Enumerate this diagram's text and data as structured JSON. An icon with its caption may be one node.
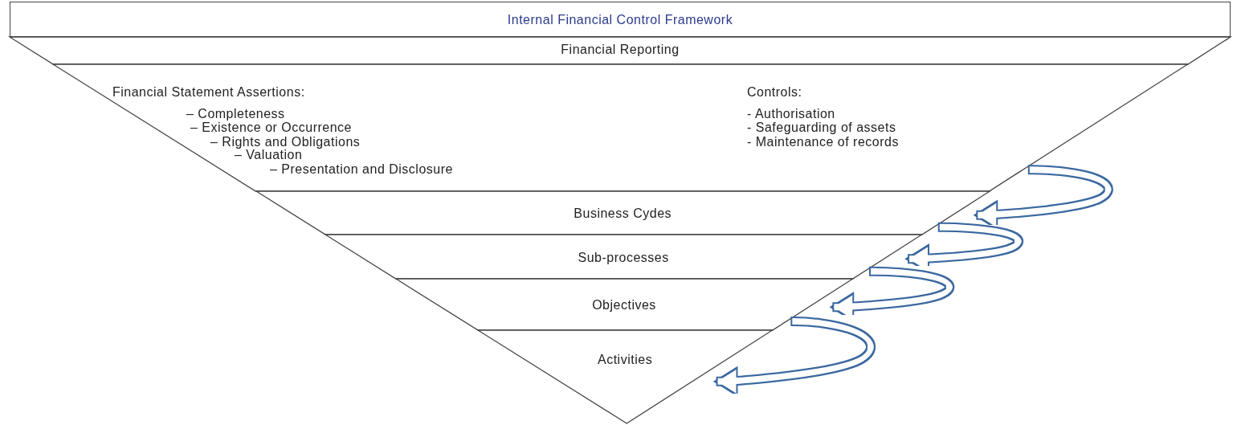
{
  "diagram": {
    "title": "Internal Financial Control Framework",
    "nodes": [
      {
        "text": [
          "Financial Reporting"
        ]
      },
      {
        "text": [
          "Financial Statement Assertions:",
          "– Completeness",
          "– Existence or Occurrence",
          "– Rights and Obligations",
          "– Valuation",
          "– Presentation and Disclosure"
        ]
      },
      {
        "text": [
          "Controls:",
          "- Authorisation",
          "- Safeguarding of assets",
          "- Maintenance of records"
        ],
        "in": 1
      },
      {
        "text": [
          "Business Cydes"
        ]
      },
      {
        "text": [
          "Sub-processes"
        ]
      },
      {
        "text": [
          "Objectives"
        ]
      },
      {
        "text": [
          "Activities"
        ]
      }
    ],
    "edges": [
      {
        "from": 1,
        "to": 3,
        "arrow": "to"
      },
      {
        "from": 3,
        "to": 4,
        "arrow": "to"
      },
      {
        "from": 4,
        "to": 5,
        "arrow": "to"
      },
      {
        "from": 5,
        "to": 6,
        "arrow": "to"
      }
    ]
  }
}
